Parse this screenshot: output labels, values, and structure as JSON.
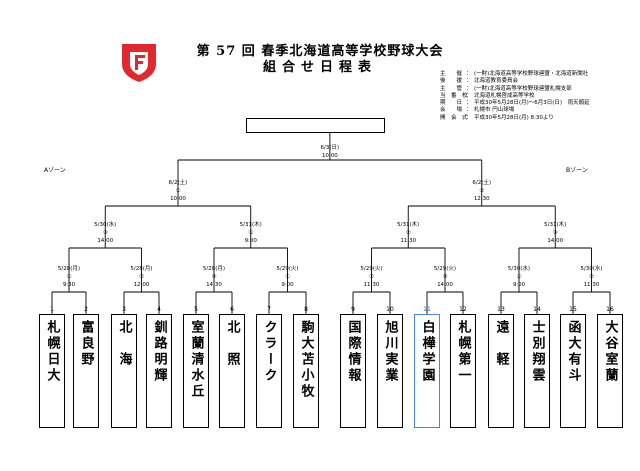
{
  "title": "第 57 回  春季北海道高等学校野球大会",
  "subtitle": "組合せ日程表",
  "info": [
    {
      "label": "主　　催",
      "value": "(一財)北海道高等学校野球連盟・北海道新聞社"
    },
    {
      "label": "後　　援",
      "value": "北海道教育委員会"
    },
    {
      "label": "主　　管",
      "value": "(一財)北海道高等学校野球連盟札幌支部"
    },
    {
      "label": "当　番　校",
      "value": "北海道札幌啓成高等学校"
    },
    {
      "label": "期　　日",
      "value": "平成30年5月28日(月)〜6月3日(日)　雨天順延"
    },
    {
      "label": "会　　場",
      "value": "札幌市 円山球場"
    },
    {
      "label": "開　会　式",
      "value": "平成30年5月28日(月)  8:30より"
    }
  ],
  "zones": {
    "a": "Aゾーン",
    "b": "Bゾーン"
  },
  "final": {
    "date": "6/3(日)",
    "time": "10:00"
  },
  "semis": [
    {
      "date": "6/2(土)",
      "no": "①",
      "time": "10:00"
    },
    {
      "date": "6/2(土)",
      "no": "②",
      "time": "12:30"
    }
  ],
  "quarters": [
    {
      "date": "5/30(水)",
      "no": "③",
      "time": "14:00"
    },
    {
      "date": "5/31(木)",
      "no": "①",
      "time": "9:00"
    },
    {
      "date": "5/31(木)",
      "no": "②",
      "time": "11:30"
    },
    {
      "date": "5/31(木)",
      "no": "③",
      "time": "14:00"
    }
  ],
  "round1": [
    {
      "date": "5/28(月)",
      "no": "①",
      "time": "9:30"
    },
    {
      "date": "5/28(月)",
      "no": "②",
      "time": "12:00"
    },
    {
      "date": "5/28(月)",
      "no": "③",
      "time": "14:30"
    },
    {
      "date": "5/29(火)",
      "no": "①",
      "time": "9:00"
    },
    {
      "date": "5/29(火)",
      "no": "②",
      "time": "11:30"
    },
    {
      "date": "5/29(火)",
      "no": "③",
      "time": "14:00"
    },
    {
      "date": "5/30(水)",
      "no": "①",
      "time": "9:00"
    },
    {
      "date": "5/30(水)",
      "no": "②",
      "time": "11:30"
    }
  ],
  "teams": [
    {
      "no": "1",
      "name": "札幌日大"
    },
    {
      "no": "2",
      "name": "富良野"
    },
    {
      "no": "3",
      "name": "北　海"
    },
    {
      "no": "4",
      "name": "釧路明輝"
    },
    {
      "no": "5",
      "name": "室蘭清水丘"
    },
    {
      "no": "6",
      "name": "北　照"
    },
    {
      "no": "7",
      "name": "クラーク"
    },
    {
      "no": "8",
      "name": "駒大苫小牧"
    },
    {
      "no": "9",
      "name": "国際情報"
    },
    {
      "no": "10",
      "name": "旭川実業"
    },
    {
      "no": "11",
      "name": "白樺学園"
    },
    {
      "no": "12",
      "name": "札幌第一"
    },
    {
      "no": "13",
      "name": "遠　軽"
    },
    {
      "no": "14",
      "name": "士別翔雲"
    },
    {
      "no": "15",
      "name": "函大有斗"
    },
    {
      "no": "16",
      "name": "大谷室蘭"
    }
  ],
  "highlight_team_no": "11",
  "highlight_color": "#4a86d4",
  "logo_color": "#e0282e"
}
